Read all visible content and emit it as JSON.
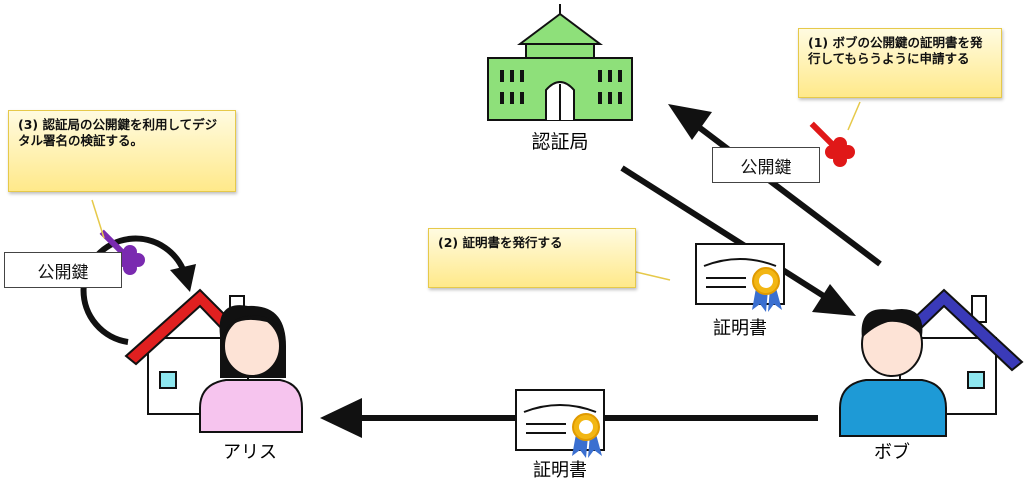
{
  "authority": {
    "label": "認証局"
  },
  "alice": {
    "name": "アリス"
  },
  "bob": {
    "name": "ボブ"
  },
  "key_label": "公開鍵",
  "certificate_label": "証明書",
  "notes": {
    "step1": "(1) ボブの公開鍵の証明書を発行してもらうように申請する",
    "step2": "(2) 証明書を発行する",
    "step3": "(3) 認証局の公開鍵を利用してデジタル署名の検証する。"
  },
  "colors": {
    "authority_green": "#8ee07a",
    "alice_roof": "#e02020",
    "bob_roof": "#3a3ab8",
    "alice_shirt": "#f6c4ee",
    "bob_shirt": "#1e9ad6",
    "bob_key": "#e01818",
    "authority_key": "#7a2ab0",
    "seal_gold": "#f2b614",
    "ribbon_blue": "#3a6fd0"
  },
  "icons": [
    "authority-building-icon",
    "house-icon",
    "person-icon",
    "certificate-icon",
    "key-icon",
    "arrow-icon"
  ]
}
